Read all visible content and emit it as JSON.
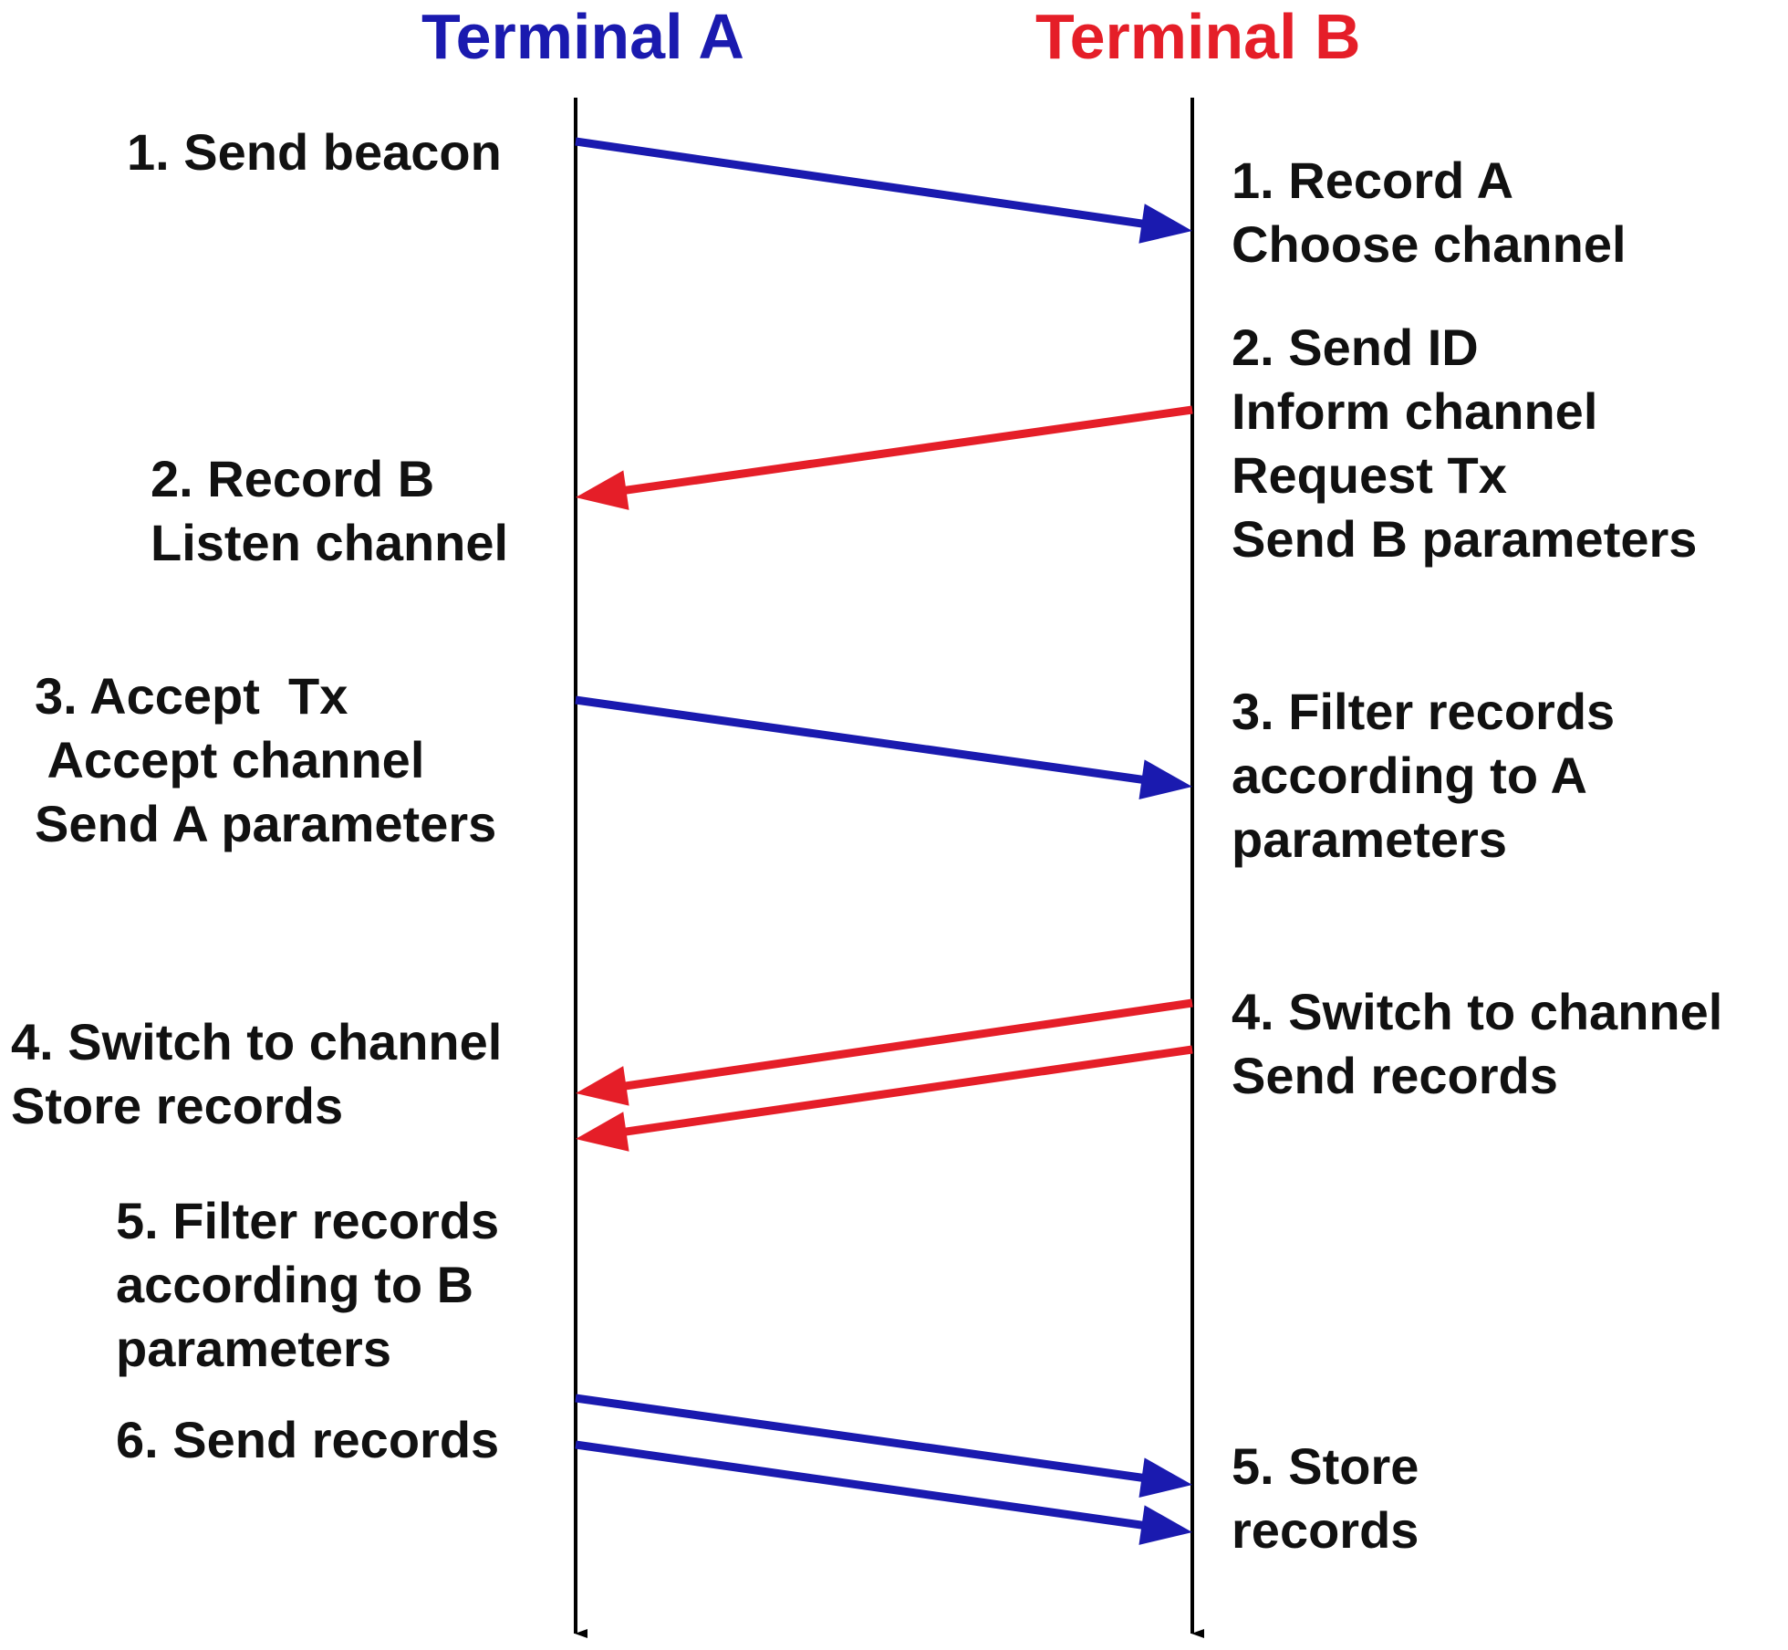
{
  "headings": {
    "terminal_a": "Terminal A",
    "terminal_b": "Terminal B"
  },
  "colors": {
    "terminal_a": "#1a1aaf",
    "terminal_b": "#e51e28",
    "lifeline": "#000000",
    "text": "#111111"
  },
  "terminal_a_steps": [
    {
      "lines": [
        "1. Send beacon"
      ]
    },
    {
      "lines": [
        "2. Record B",
        "Listen channel"
      ]
    },
    {
      "lines": [
        "3. Accept  Tx",
        " Accept channel",
        "Send A parameters"
      ]
    },
    {
      "lines": [
        "4. Switch to channel",
        "Store records"
      ]
    },
    {
      "lines": [
        "5. Filter records",
        "according to B",
        "parameters"
      ]
    },
    {
      "lines": [
        "6. Send records"
      ]
    }
  ],
  "terminal_b_steps": [
    {
      "lines": [
        "1. Record A",
        "Choose channel"
      ]
    },
    {
      "lines": [
        "2. Send ID",
        "Inform channel",
        "Request Tx",
        "Send B parameters"
      ]
    },
    {
      "lines": [
        "3. Filter records",
        "according to A",
        "parameters"
      ]
    },
    {
      "lines": [
        "4. Switch to channel",
        "Send records"
      ]
    },
    {
      "lines": [
        "5. Store",
        "records"
      ]
    }
  ],
  "messages": [
    {
      "from": "A",
      "to": "B",
      "color": "#1a1aaf"
    },
    {
      "from": "B",
      "to": "A",
      "color": "#e51e28"
    },
    {
      "from": "A",
      "to": "B",
      "color": "#1a1aaf"
    },
    {
      "from": "B",
      "to": "A",
      "color": "#e51e28"
    },
    {
      "from": "B",
      "to": "A",
      "color": "#e51e28"
    },
    {
      "from": "A",
      "to": "B",
      "color": "#1a1aaf"
    },
    {
      "from": "A",
      "to": "B",
      "color": "#1a1aaf"
    }
  ]
}
